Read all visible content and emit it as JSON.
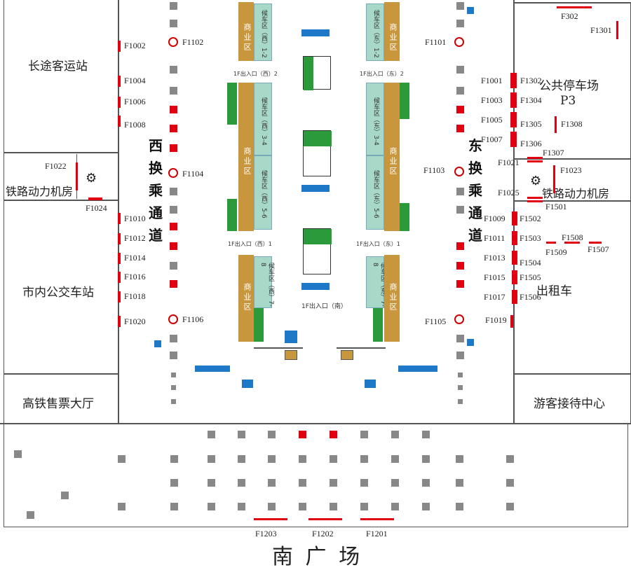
{
  "zones": {
    "long_distance": "长途客运站",
    "rail_power_w": "铁路动力机房",
    "city_bus": "市内公交车站",
    "hsr_ticket": "高铁售票大厅",
    "parking": "公共停车场",
    "parking_p": "P3",
    "rail_power_e": "铁路动力机房",
    "taxi": "出租车",
    "visitor": "游客接待中心",
    "south_square": "南 广 场"
  },
  "corridors": {
    "west": [
      "西",
      "换",
      "乘",
      "通",
      "道"
    ],
    "east": [
      "东",
      "换",
      "乘",
      "通",
      "道"
    ]
  },
  "commerce_label": "商业区",
  "entrances": {
    "west_top": "1F出入口（西）2",
    "east_top": "1F出入口（东）2",
    "west_mid": "1F出入口（西）1",
    "east_mid": "1F出入口（东）1",
    "south": "1F出入口（南）"
  },
  "waiting": {
    "w1": "候车区（西）1-2",
    "e1": "候车区（东）1-2",
    "w2": "候车区（西）3-4",
    "e2": "候车区（东）3-4",
    "w3": "候车区（西）5-6",
    "e3": "候车区（东）5-6",
    "w4": "候车区（西）7-8",
    "e4": "候车区（东）7-8"
  },
  "codes": {
    "F1002": "F1002",
    "F1004": "F1004",
    "F1006": "F1006",
    "F1008": "F1008",
    "F1010": "F1010",
    "F1012": "F1012",
    "F1014": "F1014",
    "F1016": "F1016",
    "F1018": "F1018",
    "F1020": "F1020",
    "F1022": "F1022",
    "F1024": "F1024",
    "F1102": "F1102",
    "F1104": "F1104",
    "F1106": "F1106",
    "F1101": "F1101",
    "F1103": "F1103",
    "F1105": "F1105",
    "F1001": "F1001",
    "F1003": "F1003",
    "F1005": "F1005",
    "F1007": "F1007",
    "F1009": "F1009",
    "F1011": "F1011",
    "F1013": "F1013",
    "F1015": "F1015",
    "F1017": "F1017",
    "F1019": "F1019",
    "F1021": "F1021",
    "F1023": "F1023",
    "F1025": "F1025",
    "F1302": "F1302",
    "F1304": "F1304",
    "F1305": "F1305",
    "F1306": "F1306",
    "F1307": "F1307",
    "F1308": "F1308",
    "F1301": "F1301",
    "F302": "F302",
    "F1501": "F1501",
    "F1502": "F1502",
    "F1503": "F1503",
    "F1504": "F1504",
    "F1505": "F1505",
    "F1506": "F1506",
    "F1507": "F1507",
    "F1508": "F1508",
    "F1509": "F1509",
    "F1201": "F1201",
    "F1202": "F1202",
    "F1203": "F1203"
  }
}
